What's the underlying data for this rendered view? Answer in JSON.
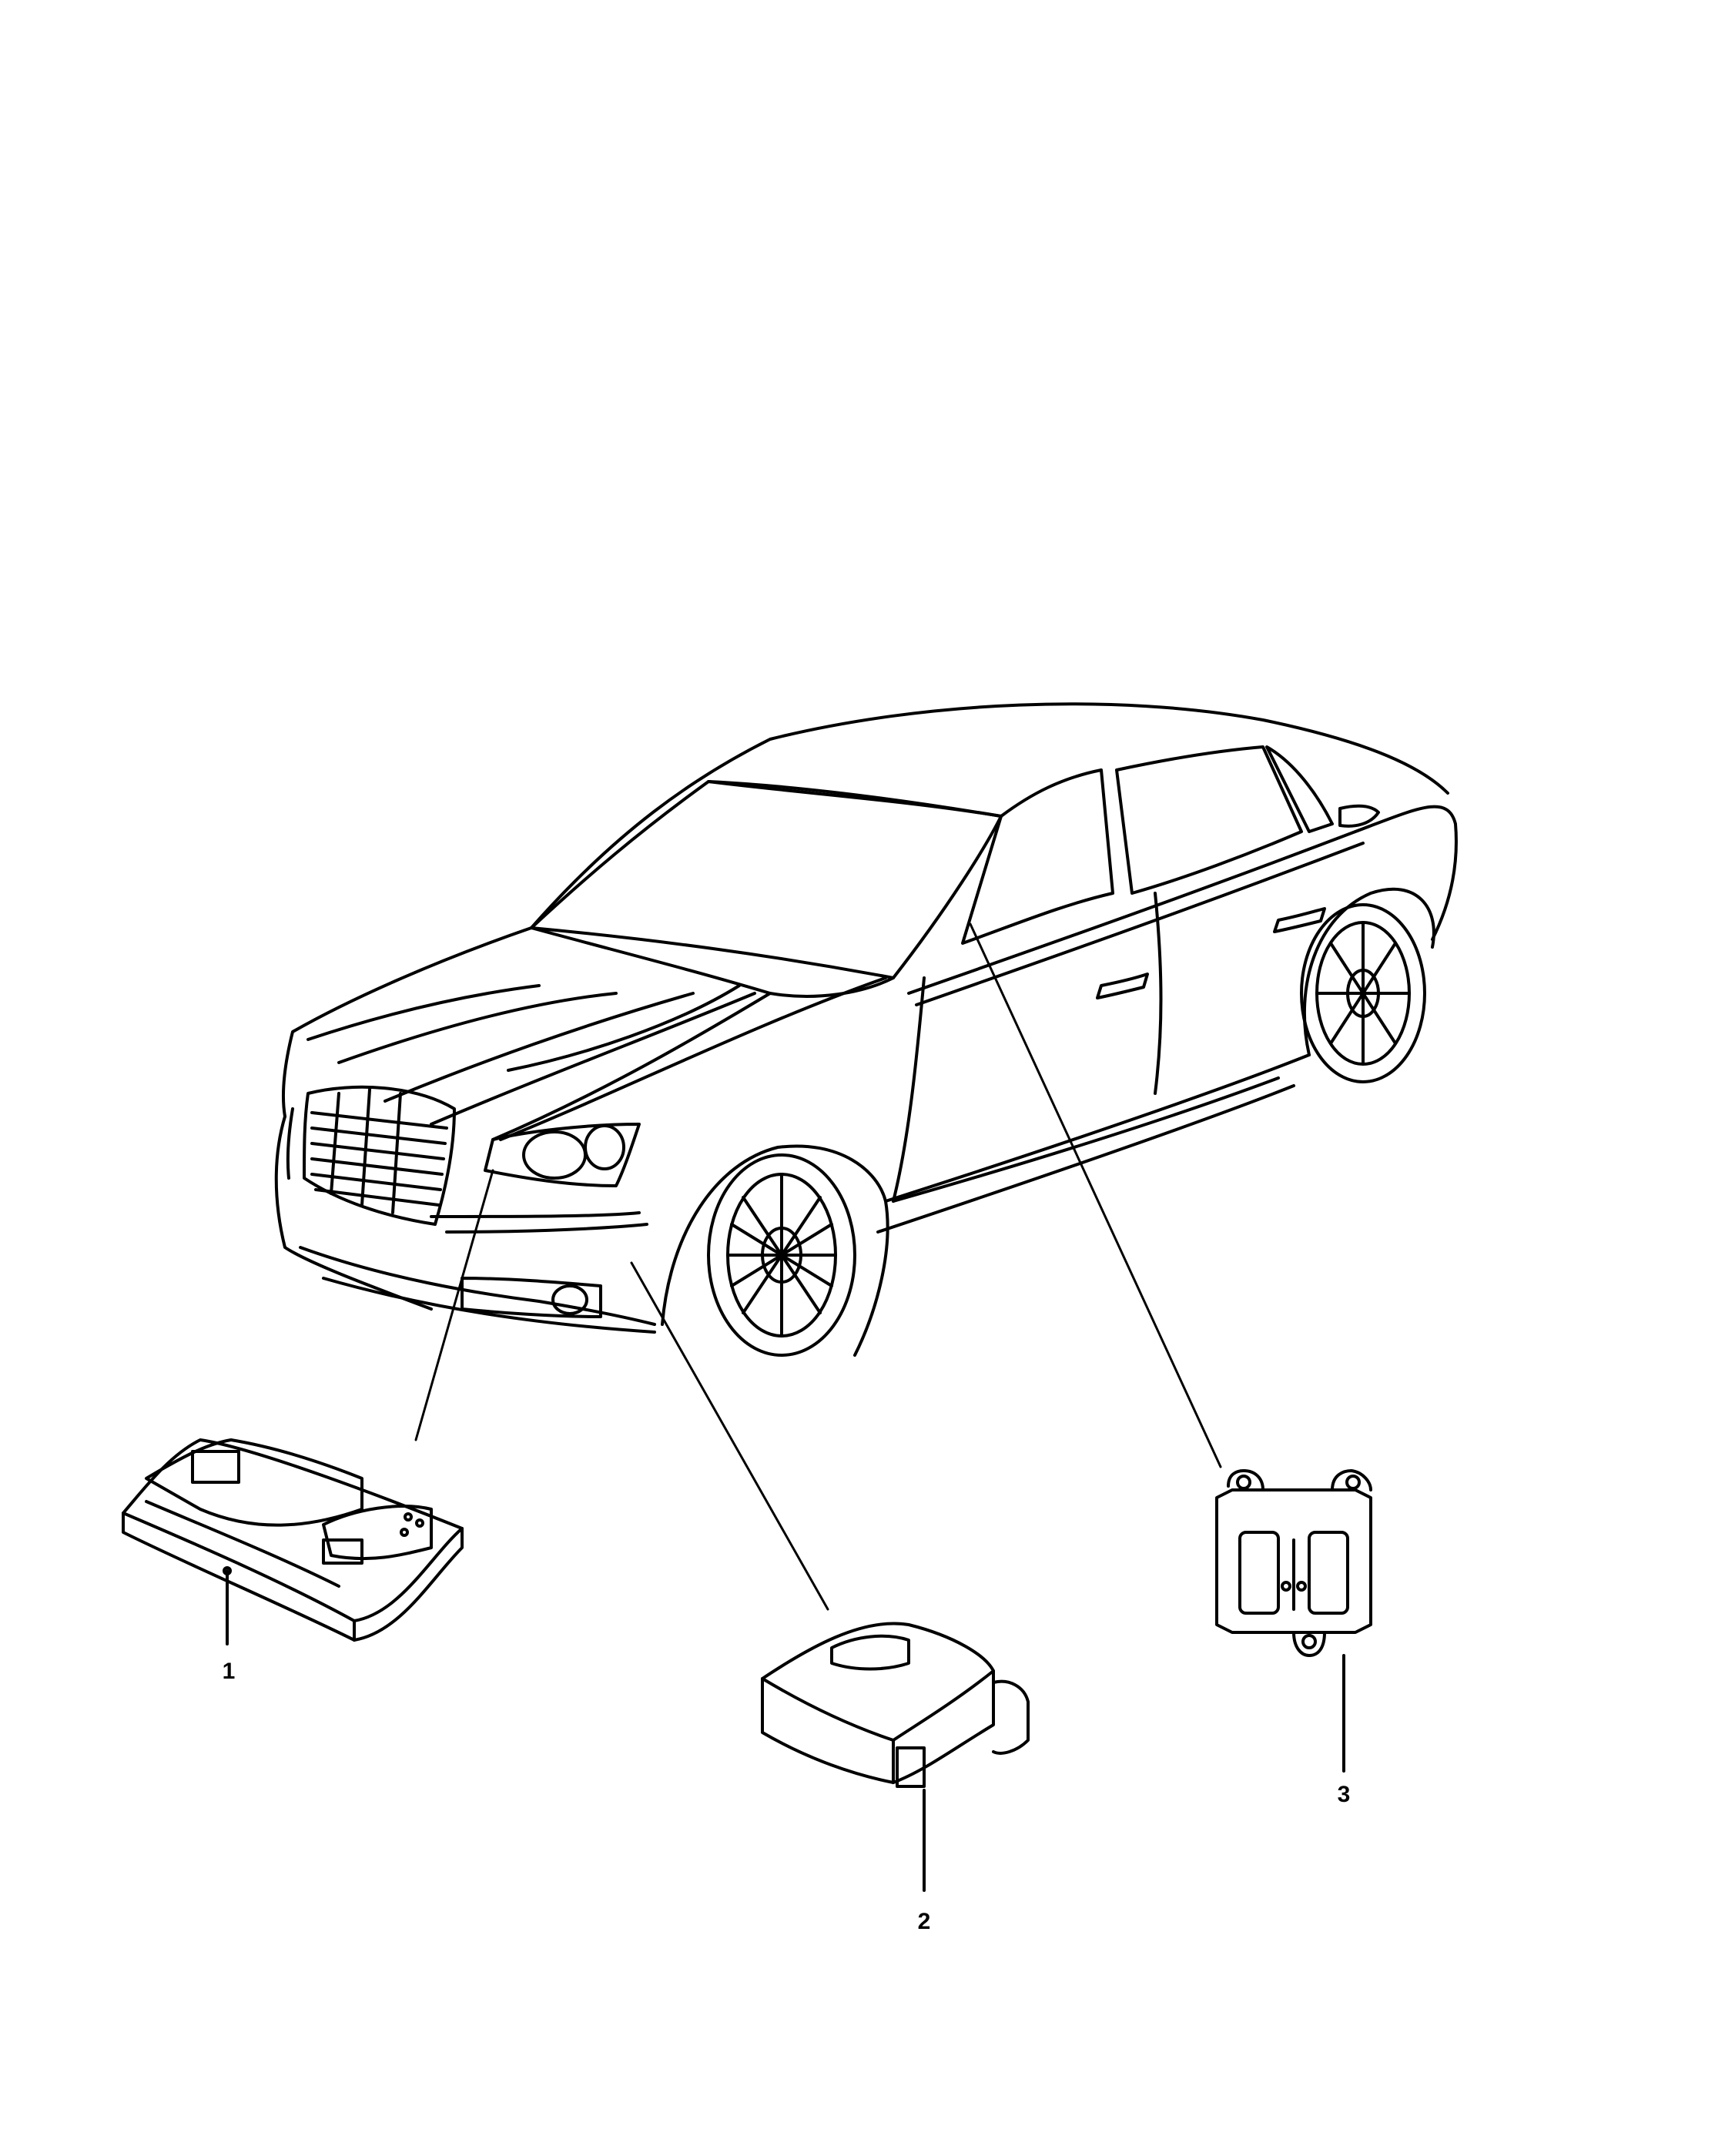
{
  "diagram": {
    "vehicle": {
      "icon": "sedan-line-drawing"
    },
    "callouts": [
      {
        "label": "1",
        "part_icon": "lighting-control-module-icon"
      },
      {
        "label": "2",
        "part_icon": "sensor-module-icon"
      },
      {
        "label": "3",
        "part_icon": "switch-panel-icon"
      }
    ],
    "colors": {
      "ink": "#000000",
      "paper": "#ffffff"
    }
  }
}
